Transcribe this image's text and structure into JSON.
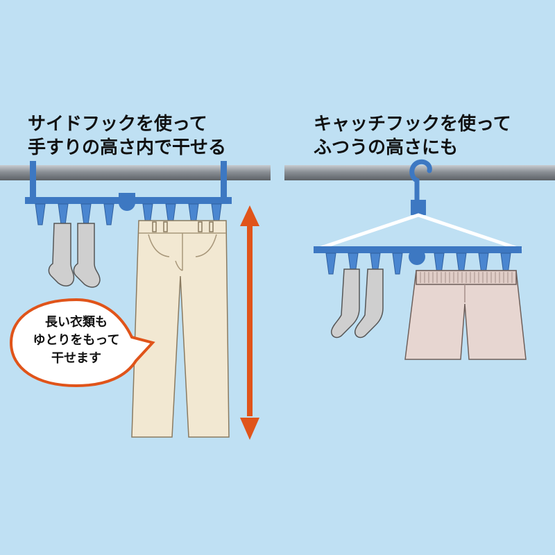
{
  "left_panel": {
    "caption": [
      "サイドフックを使って",
      "手すりの高さ内で干せる"
    ],
    "bubble": [
      "長い衣類も",
      "ゆとりをもって",
      "干せます"
    ]
  },
  "right_panel": {
    "caption": [
      "キャッチフックを使って",
      "ふつうの高さにも"
    ]
  },
  "colors": {
    "background": "#bfe0f3",
    "rail": "#8a8f95",
    "hanger": "#3d78c2",
    "clip": "#4a86d0",
    "arrow": "#e0541a",
    "pants": "#f2e8d2",
    "shorts": "#e7d6d1",
    "socks": "#cfcfcf",
    "bubble_border": "#e0541a"
  }
}
